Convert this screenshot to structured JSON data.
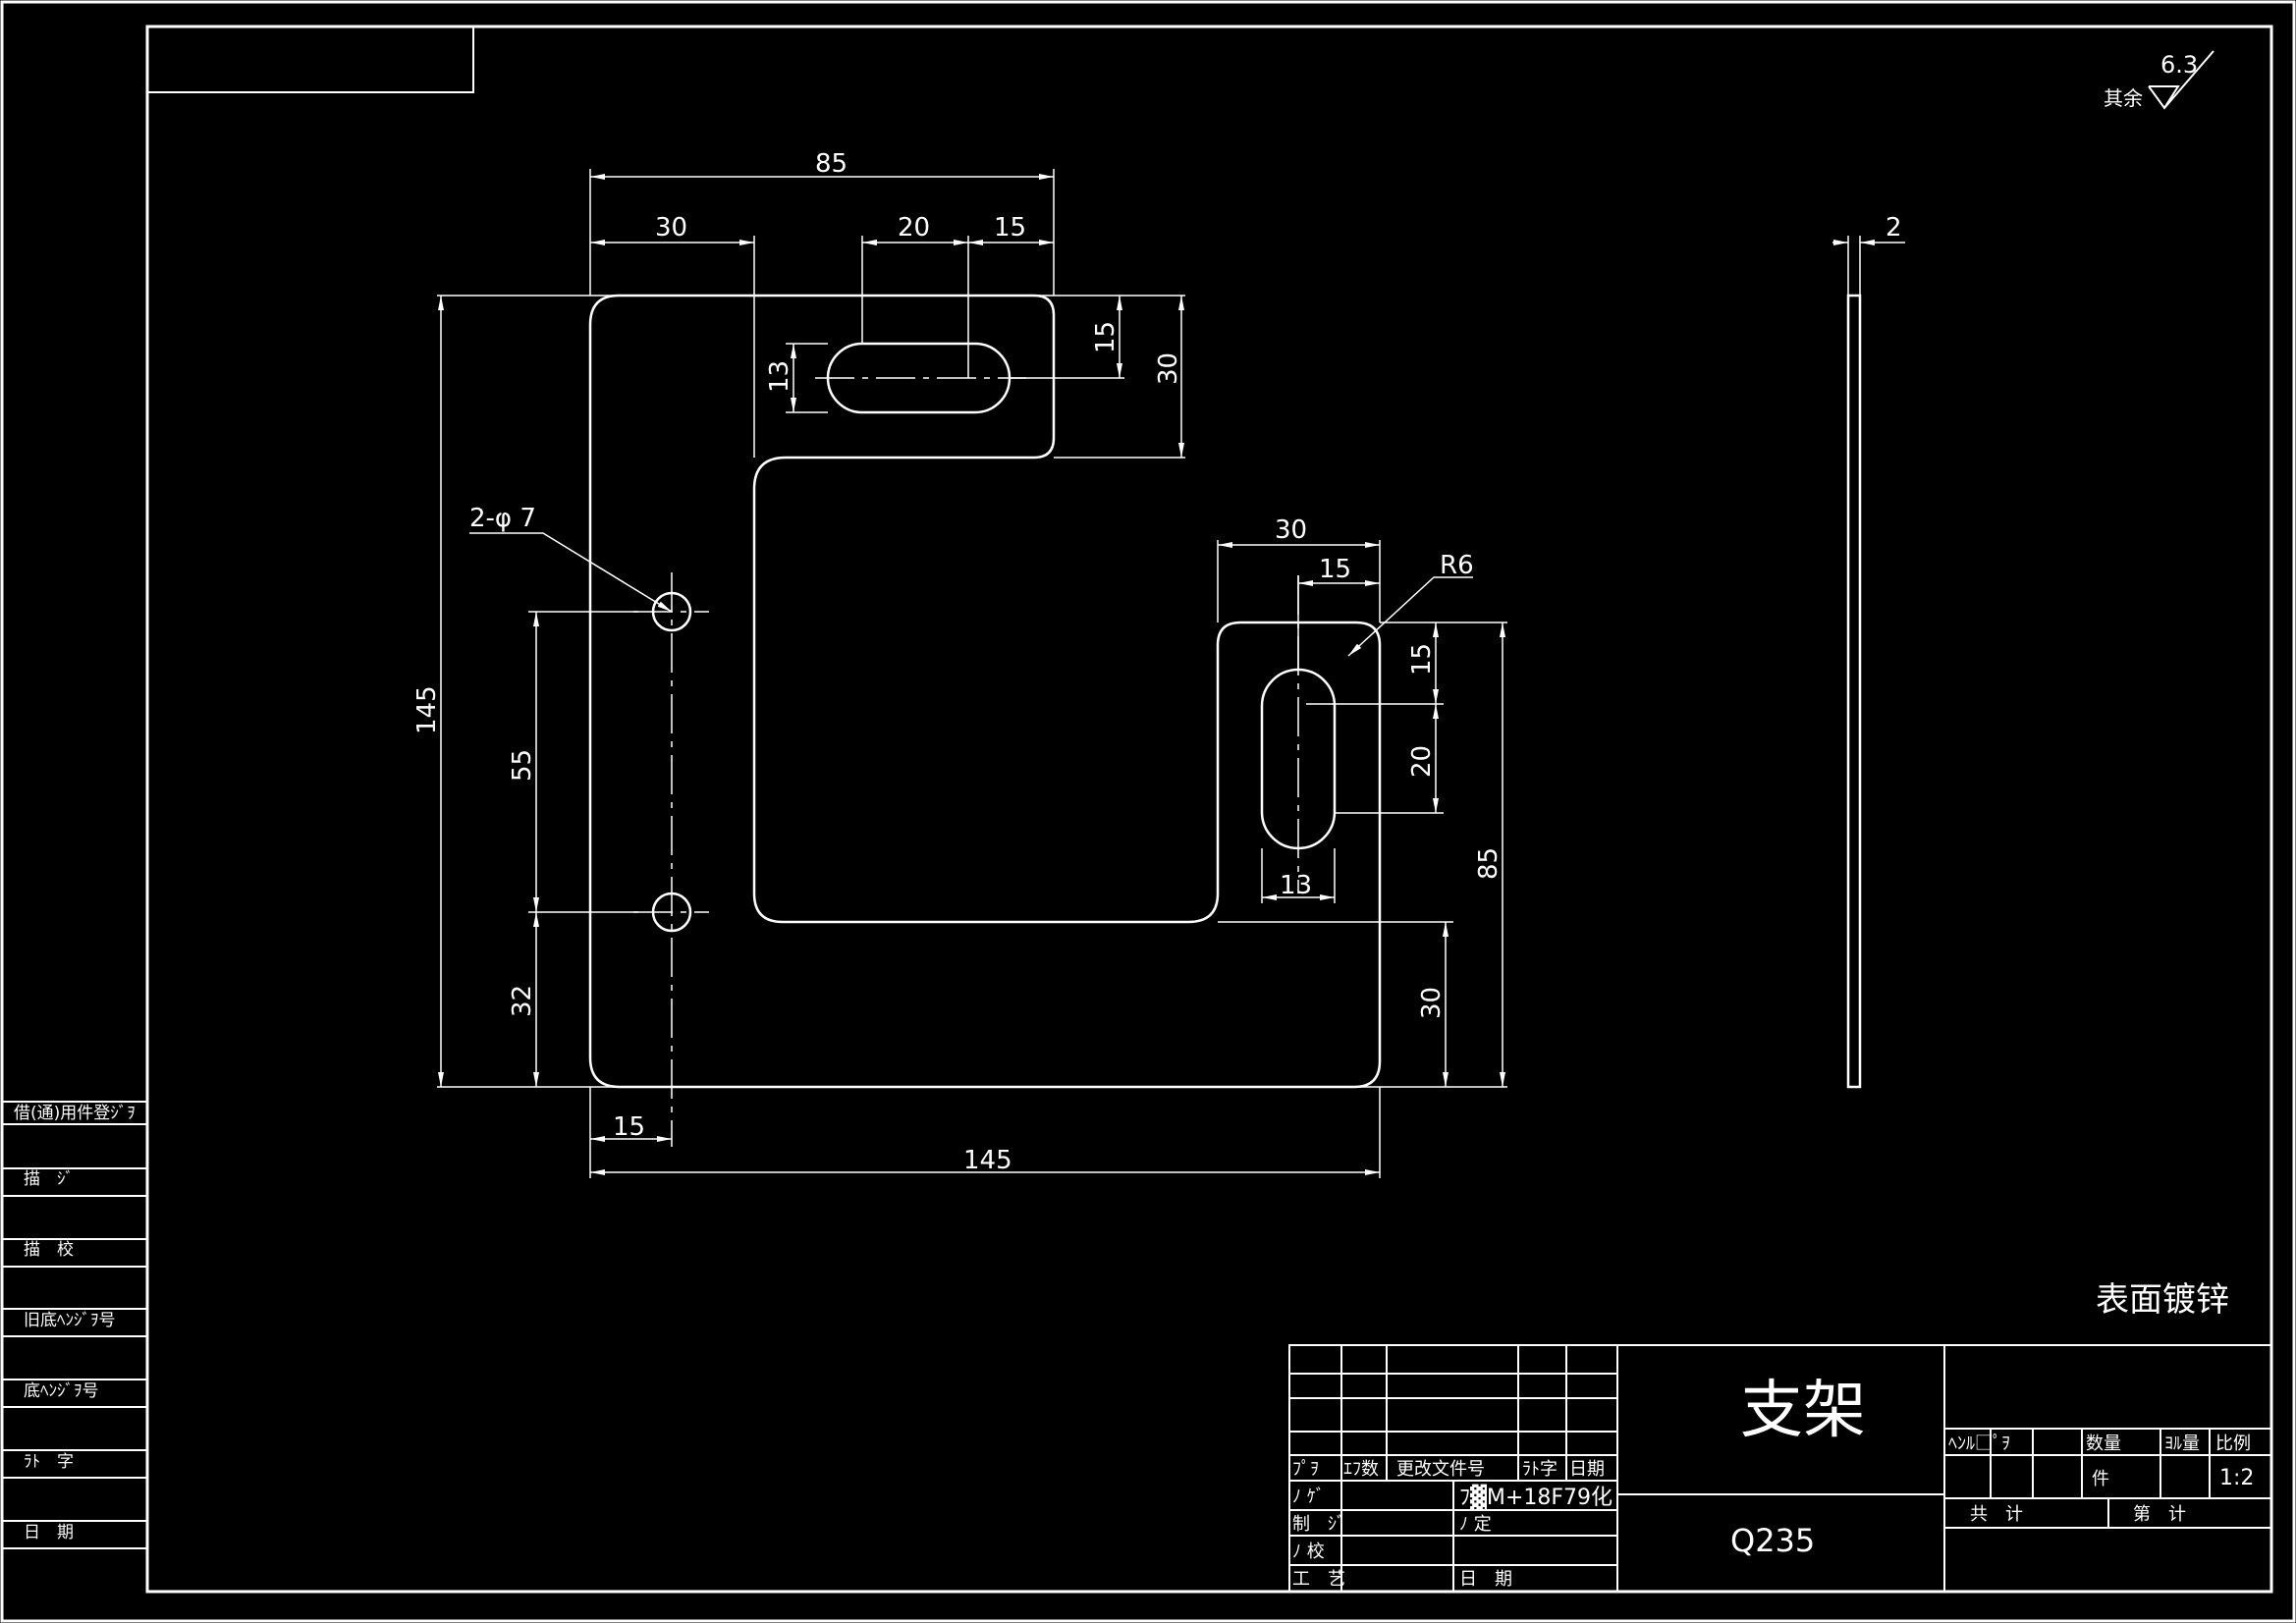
{
  "surface_roughness": {
    "prefix": "其余",
    "value": "6.3"
  },
  "dims": {
    "top_width": "85",
    "left_offset": "30",
    "slot_len": "20",
    "slot_half": "15",
    "slot_right_15": "15",
    "slot_right_30": "30",
    "slot_width": "13",
    "hole_label": "2-φ 7",
    "height_total": "145",
    "hole_spacing": "55",
    "hole_bottom": "32",
    "hole_x": "15",
    "bottom_width": "145",
    "tab_width": "30",
    "tab_slot_x": "15",
    "radius": "R6",
    "tab_slot_top": "15",
    "tab_slot_len": "20",
    "tab_height": "85",
    "bottom_30": "30",
    "tab_slot_width": "13",
    "thickness": "2"
  },
  "note": "表面镀锌",
  "left_stamp": {
    "rows": [
      "借(通)用件登ｼﾞｦ",
      "描　ｼﾞ",
      "描　校",
      "旧底ﾍﾝｼﾞｦ号",
      "底ﾍﾝｼﾞｦ号",
      "ﾗﾄ　字",
      "日　期"
    ]
  },
  "title_block": {
    "part_name": "支架",
    "material": "Q235",
    "rev_header": [
      "ﾌﾟｦ",
      "ｴﾌ数",
      "更改文件号",
      "ﾗﾄ字",
      "日期"
    ],
    "sign_rows": [
      "ﾉ ｹﾞ",
      "制　ｼﾞ",
      "ﾉ 校",
      "工　艺"
    ],
    "mid_text": "ﾌ▓M+18F79化",
    "approve": "ﾉ 定",
    "date": "日　期",
    "headers": [
      "ﾍﾝﾙ□ﾟｦ",
      "数量",
      "ﾖﾙ量",
      "比例"
    ],
    "qty_unit": "件",
    "scale": "1:2",
    "total_sheets": "共　计",
    "sheet_no": "第　计"
  }
}
